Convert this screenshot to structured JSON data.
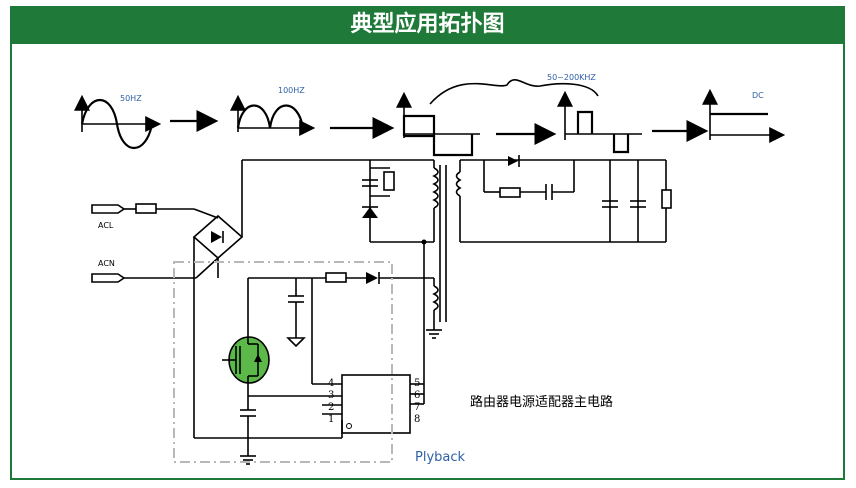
{
  "title": "典型应用拓扑图",
  "waveforms": {
    "ac_freq": "50HZ",
    "rect_freq": "100HZ",
    "pwm_freq": "50~200KHZ",
    "output": "DC"
  },
  "inputs": {
    "line": "ACL",
    "neutral": "ACN"
  },
  "ic_pins": [
    "4",
    "3",
    "2",
    "1",
    "5",
    "6",
    "7",
    "8"
  ],
  "caption": "路由器电源适配器主电路",
  "topology_label": "Plyback",
  "colors": {
    "brand": "#1f7a3a",
    "label_blue": "#2f5fa6"
  }
}
